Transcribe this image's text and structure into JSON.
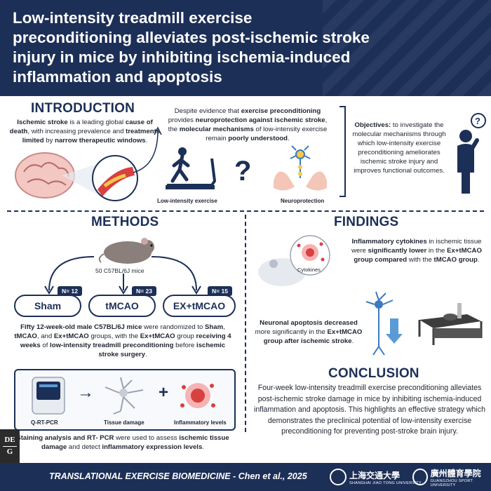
{
  "header": {
    "title_lines": [
      "Low-intensity treadmill exercise",
      "preconditioning alleviates post-ischemic stroke",
      "injury in mice by inhibiting ischemia-induced",
      "inflammation and apoptosis"
    ]
  },
  "introduction": {
    "title": "INTRODUCTION",
    "text_a": "Ischemic stroke",
    "text_b": " is a leading global ",
    "text_c": "cause of death",
    "text_d": ", with increasing prevalence and ",
    "text_e": "treatments limited",
    "text_f": " by ",
    "text_g": "narrow therapeutic windows",
    "text_h": ".",
    "evidence_a": "Despite evidence that ",
    "evidence_b": "exercise preconditioning",
    "evidence_c": " provides ",
    "evidence_d": "neuroprotection against ischemic stroke",
    "evidence_e": ", the ",
    "evidence_f": "molecular mechanisms",
    "evidence_g": " of low-intensity exercise remain ",
    "evidence_h": "poorly understood",
    "evidence_i": ".",
    "low_intensity_label": "Low-intensity exercise",
    "neuroprotection_label": "Neuroprotection",
    "question_mark": "?",
    "objectives_label": "Objectives:",
    "objectives_text": " to investigate the molecular mechanisms through which low-intensity exercise preconditioning ameliorates ischemic stroke injury and improves functional outcomes."
  },
  "methods": {
    "title": "METHODS",
    "mice_label": "50 C57BL/6J mice",
    "groups": [
      {
        "label": "Sham",
        "n": "N= 12"
      },
      {
        "label": "tMCAO",
        "n": "N= 23"
      },
      {
        "label": "EX+tMCAO",
        "n": "N= 15"
      }
    ],
    "desc_a": "Fifty 12-week-old male C57BL/6J mice",
    "desc_b": " were randomized to ",
    "desc_c": "Sham",
    "desc_d": ", ",
    "desc_e": "tMCAO",
    "desc_f": ", and ",
    "desc_g": "Ex+tMCAO",
    "desc_h": " groups, with the ",
    "desc_i": "Ex+tMCAO",
    "desc_j": " group ",
    "desc_k": "receiving 4 weeks",
    "desc_l": " of ",
    "desc_m": "low-intensity treadmill preconditioning",
    "desc_n": " before ",
    "desc_o": "ischemic stroke surgery",
    "desc_p": ".",
    "assay_labels": [
      "Q-RT-PCR",
      "Tissue damage",
      "Inflammatory levels"
    ],
    "plus": "+",
    "arrow": "→",
    "staining_a": "Staining analysis and RT- PCR",
    "staining_b": " were used to assess ",
    "staining_c": "ischemic tissue damage",
    "staining_d": " and detect ",
    "staining_e": "inflammatory expression levels",
    "staining_f": "."
  },
  "findings": {
    "title": "FINDINGS",
    "cytokines_a": "Inflammatory cytokines",
    "cytokines_b": " in ischemic tissue were ",
    "cytokines_c": "significantly lower",
    "cytokines_d": " in the ",
    "cytokines_e": "Ex+tMCAO group compared",
    "cytokines_f": " with the ",
    "cytokines_g": "tMCAO group",
    "cytokines_h": ".",
    "cytokines_label": "Cytokines",
    "apoptosis_a": "Neuronal apoptosis decreased",
    "apoptosis_b": " more significantly in the ",
    "apoptosis_c": "Ex+tMCAO group after ischemic stroke",
    "apoptosis_d": "."
  },
  "conclusion": {
    "title": "CONCLUSION",
    "text": "Four-week low-intensity treadmill exercise preconditioning alleviates post-ischemic stroke damage in mice by inhibiting ischemia-induced inflammation and apoptosis. This highlights an effective strategy which demonstrates the preclinical potential of low-intensity exercise preconditioning for preventing post-stroke brain injury."
  },
  "footer": {
    "publisher_top": "DE",
    "publisher_bottom": "G",
    "citation": "TRANSLATIONAL EXERCISE BIOMEDICINE - Chen et al., 2025",
    "sjtu_name": "上海交通大學",
    "sjtu_sub": "SHANGHAI JIAO TONG UNIVERSITY",
    "gsu_name": "廣州體育學院",
    "gsu_sub": "GUANGZHOU SPORT UNIVERSITY"
  },
  "colors": {
    "navy": "#1c2f57",
    "accent_red": "#d94040",
    "blue_light": "#5b9bd5"
  }
}
